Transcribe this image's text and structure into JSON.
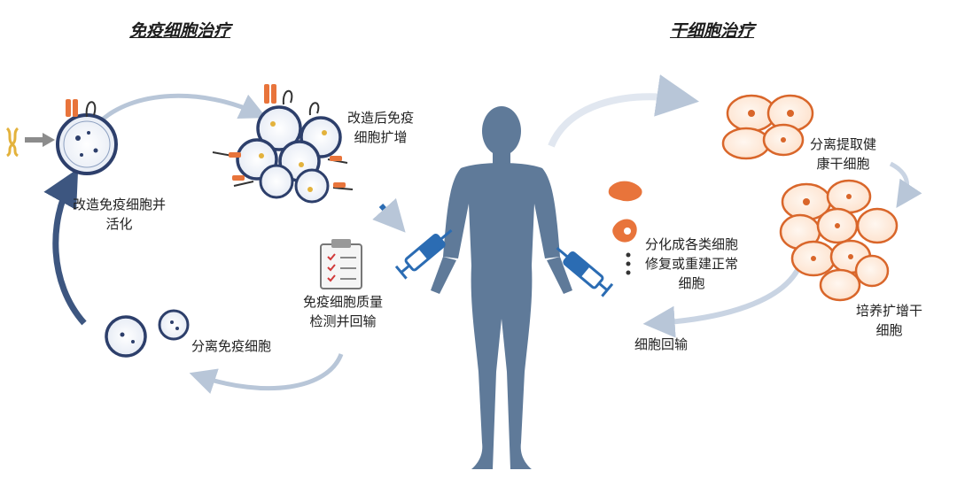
{
  "titles": {
    "immune": "免疫细胞治疗",
    "stem": "干细胞治疗"
  },
  "immune_labels": {
    "engineer_activate": [
      "改造免疫细胞并",
      "活化"
    ],
    "expand": [
      "改造后免疫",
      "细胞扩增"
    ],
    "isolate": "分离免疫细胞",
    "qc_infuse": [
      "免疫细胞质量",
      "检测并回输"
    ]
  },
  "stem_labels": {
    "isolate_extract": [
      "分离提取健",
      "康干细胞"
    ],
    "differentiate": [
      "分化成各类细胞",
      "修复或重建正常",
      "细胞"
    ],
    "culture_expand": [
      "培养扩增干",
      "细胞"
    ],
    "reinfuse": "细胞回输"
  },
  "colors": {
    "body": "#5f7a99",
    "arrow": "#b8c6d8",
    "arrow_dark": "#3d5680",
    "cell_outline": "#2d3f6b",
    "stem_cell": "#d9662a",
    "syringe": "#2b6cb3",
    "receptor": "#e8743b"
  }
}
